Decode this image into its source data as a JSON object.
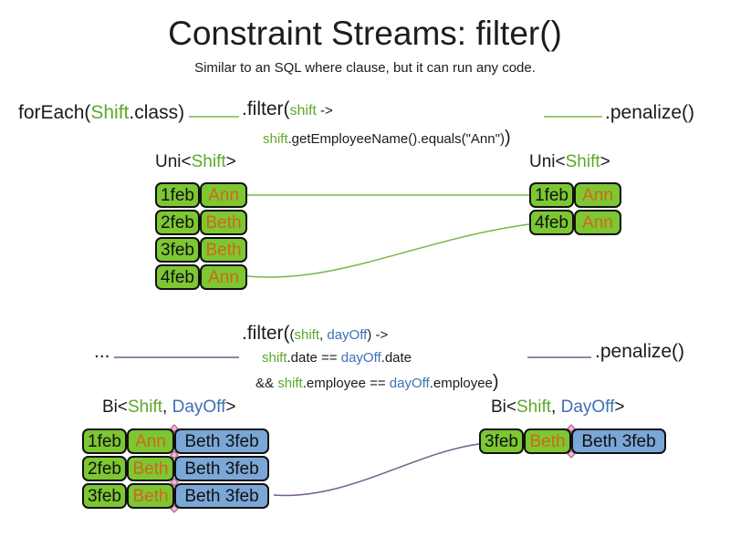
{
  "slide": {
    "title": "Constraint Streams: filter()",
    "subtitle": "Similar to an SQL where clause, but it can run any code."
  },
  "top_chain": {
    "source_pre": "forEach(",
    "source_type": "Shift",
    "source_post": ".class)",
    "filter_open": ".filter(",
    "filter_param": "shift",
    "filter_arrow": " ->",
    "body_param": "shift",
    "body_rest": ".getEmployeeName().equals(\"Ann\")",
    "body_close": ")",
    "penalize": ".penalize()"
  },
  "uni_label": {
    "pre": "Uni<",
    "type": "Shift",
    "post": ">"
  },
  "uni_left_rows": [
    {
      "date": "1feb",
      "name": "Ann"
    },
    {
      "date": "2feb",
      "name": "Beth"
    },
    {
      "date": "3feb",
      "name": "Beth"
    },
    {
      "date": "4feb",
      "name": "Ann"
    }
  ],
  "uni_right_rows": [
    {
      "date": "1feb",
      "name": "Ann"
    },
    {
      "date": "4feb",
      "name": "Ann"
    }
  ],
  "bottom_chain": {
    "source": "...",
    "filter_open": ".filter(",
    "params_open": "(",
    "param1": "shift",
    "params_comma": ", ",
    "param2": "dayOff",
    "params_close": ") ->",
    "body1_p1": "shift",
    "body1_m1": ".date == ",
    "body1_p2": "dayOff",
    "body1_m2": ".date",
    "body2_pre": "&& ",
    "body2_p1": "shift",
    "body2_m1": ".employee == ",
    "body2_p2": "dayOff",
    "body2_m2": ".employee",
    "body2_close": ")",
    "penalize": ".penalize()"
  },
  "bi_label": {
    "pre": "Bi<",
    "type1": "Shift",
    "comma": ", ",
    "type2": "DayOff",
    "post": ">"
  },
  "bi_left_rows": [
    {
      "date": "1feb",
      "name": "Ann",
      "pair": "Beth 3feb"
    },
    {
      "date": "2feb",
      "name": "Beth",
      "pair": "Beth 3feb"
    },
    {
      "date": "3feb",
      "name": "Beth",
      "pair": "Beth 3feb"
    }
  ],
  "bi_right_rows": [
    {
      "date": "3feb",
      "name": "Beth",
      "pair": "Beth 3feb"
    }
  ],
  "colors": {
    "shift_cell_green": "#7dc733",
    "dayoff_cell_blue": "#7ba7d7",
    "employee_orange": "#d2661c",
    "code_green": "#5ea82a",
    "code_blue": "#3e6fb5",
    "wire_green": "#7db44a",
    "wire_purple": "#785a8c",
    "junction_pink": "#f2b8cf"
  }
}
